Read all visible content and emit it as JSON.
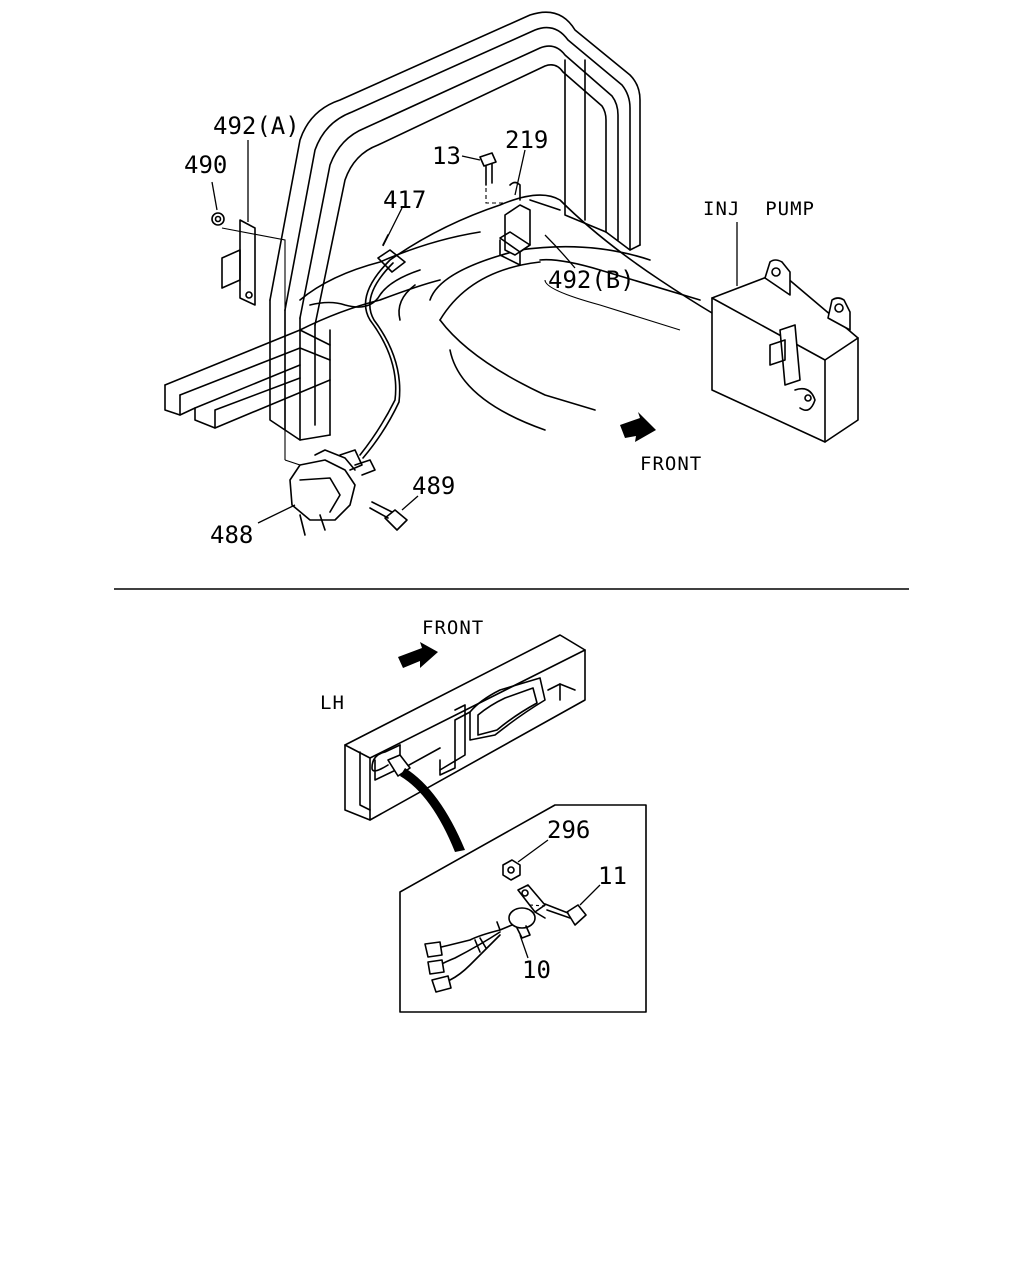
{
  "upper_view": {
    "labels": {
      "p492a": "492(A)",
      "p490": "490",
      "p13": "13",
      "p219": "219",
      "p417": "417",
      "p492b": "492(B)",
      "inj_pump": "INJ  PUMP",
      "front": "FRONT",
      "p489": "489",
      "p488": "488"
    }
  },
  "lower_view": {
    "labels": {
      "front": "FRONT",
      "lh": "LH",
      "p296": "296",
      "p11": "11",
      "p10": "10"
    }
  },
  "icons": {
    "front_arrow": "front-arrow-icon"
  }
}
